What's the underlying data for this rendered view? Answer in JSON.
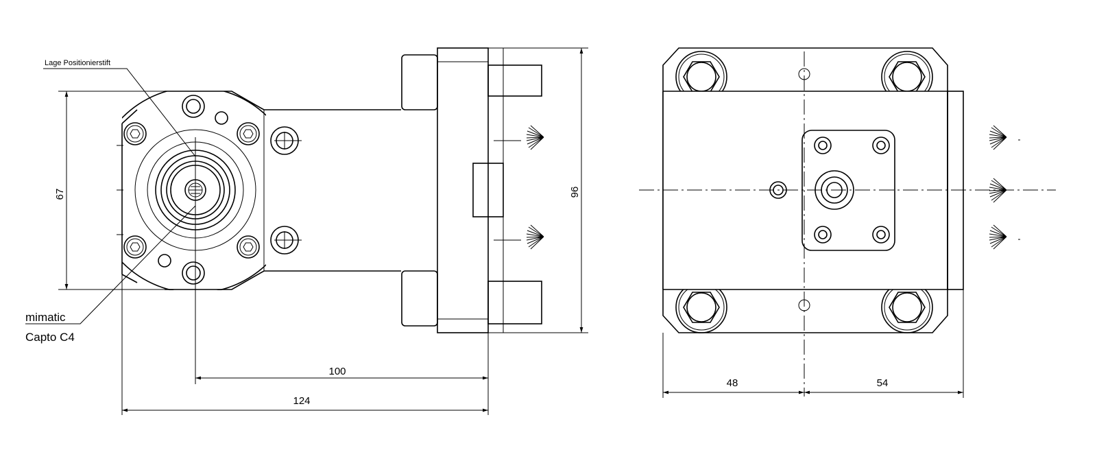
{
  "labels": {
    "positioning_pin": "Lage Positionierstift",
    "interface_line1": "mimatic",
    "interface_line2": "Capto C4"
  },
  "dimensions": {
    "height_flange": "67",
    "height_total": "96",
    "center_to_back": "100",
    "total_length": "124",
    "right_left_width": "48",
    "right_right_width": "54"
  }
}
